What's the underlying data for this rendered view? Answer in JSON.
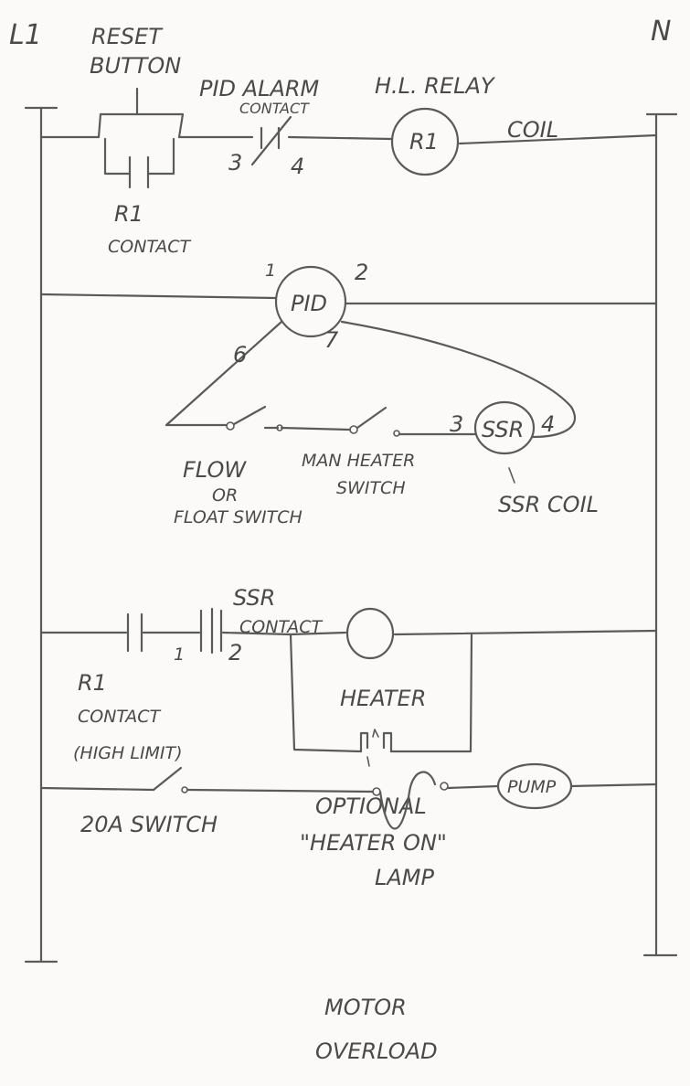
{
  "rails": {
    "left": "L1",
    "right": "N"
  },
  "rung1": {
    "reset_button": [
      "RESET",
      "BUTTON"
    ],
    "r1_contact": [
      "R1",
      "CONTACT"
    ],
    "pid_alarm": [
      "PID ALARM",
      "CONTACT"
    ],
    "pin_3": "3",
    "pin_4": "4",
    "hl_relay": [
      "H.L. RELAY",
      "COIL"
    ],
    "coil": "R1"
  },
  "rung2": {
    "pid": "PID",
    "pin_1": "1",
    "pin_2": "2",
    "pin_6": "6",
    "pin_7": "7",
    "flow_switch": [
      "FLOW",
      "OR",
      "FLOAT SWITCH"
    ],
    "man_switch": [
      "MAN HEATER",
      "SWITCH"
    ],
    "ssr": "SSR",
    "ssr_pin_3": "3",
    "ssr_pin_4": "4",
    "ssr_coil": "SSR COIL"
  },
  "rung3": {
    "ssr_contact": [
      "SSR",
      "CONTACT"
    ],
    "pin_1": "1",
    "pin_2": "2",
    "r1_contact": [
      "R1",
      "CONTACT",
      "(HIGH LIMIT)"
    ],
    "heater": "HEATER",
    "lamp": [
      "OPTIONAL",
      "\"HEATER ON\"",
      "LAMP"
    ]
  },
  "rung4": {
    "switch": "20A SWITCH",
    "pump": "PUMP",
    "overload": [
      "MOTOR",
      "OVERLOAD"
    ]
  }
}
